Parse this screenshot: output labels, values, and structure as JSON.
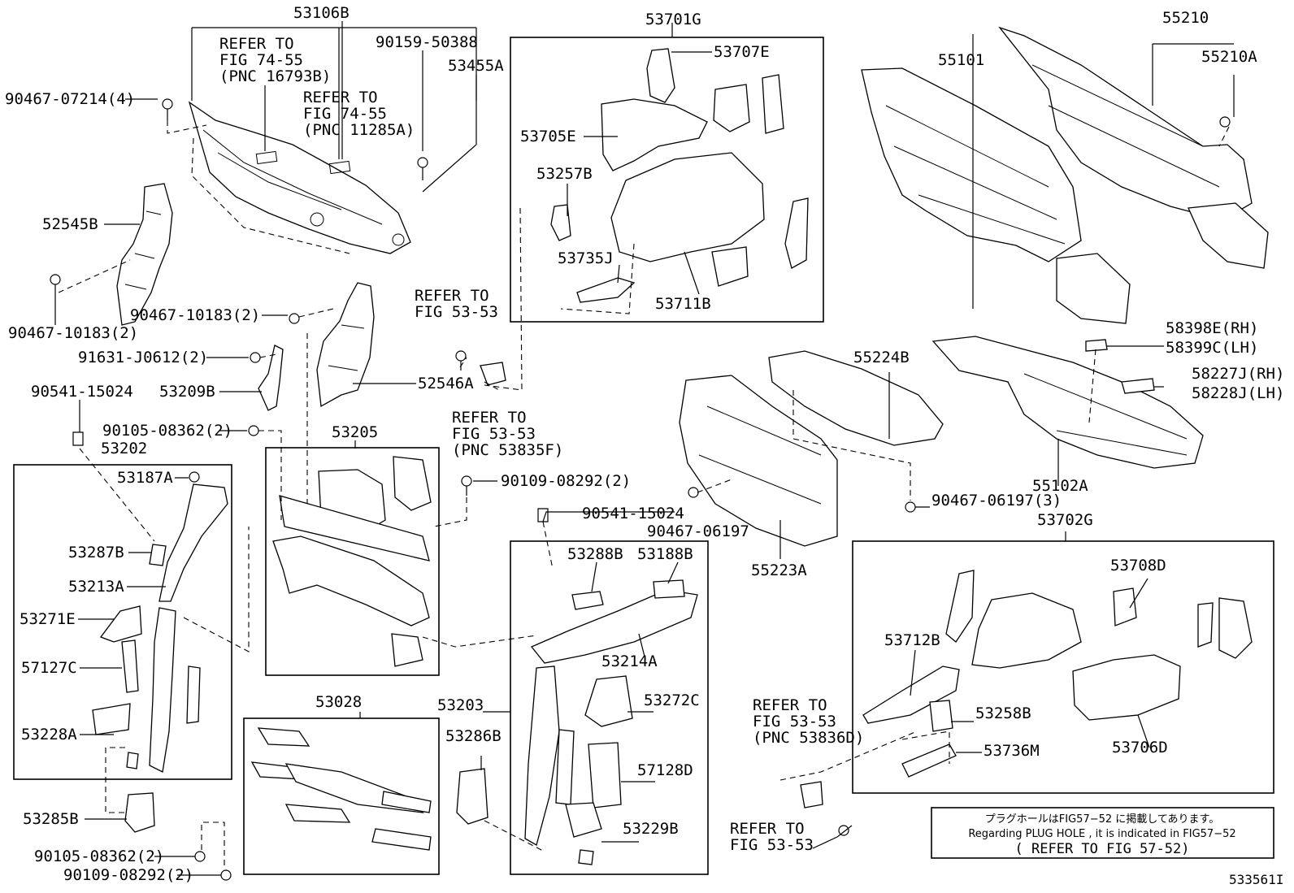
{
  "diagram": {
    "figure_id": "533561I",
    "refer": {
      "r1": [
        "REFER TO",
        "FIG 74-55",
        "(PNC 16793B)"
      ],
      "r2": [
        "REFER TO",
        "FIG 74-55",
        "(PNC 11285A)"
      ],
      "r3": [
        "REFER TO",
        "FIG 53-53"
      ],
      "r4": [
        "REFER TO",
        "FIG 53-53",
        "(PNC 53835F)"
      ],
      "r5": [
        "REFER TO",
        "FIG 53-53",
        "(PNC 53836D)"
      ],
      "r6": [
        "REFER TO",
        "FIG 53-53"
      ]
    },
    "note": {
      "line1": "プラグホールはFIG57−52 に掲載してあります。",
      "line2": "Regarding PLUG HOLE , it is indicated in FIG57−52",
      "line3": "( REFER TO FIG 57-52)"
    },
    "parts": {
      "p53106B": "53106B",
      "p90159": "90159-50388",
      "p53455A": "53455A",
      "p90467_07214": "90467-07214(4)",
      "p52545B": "52545B",
      "p90467_10183a": "90467-10183(2)",
      "p90467_10183b": "90467-10183(2)",
      "p91631": "91631-J0612(2)",
      "p53209B": "53209B",
      "p52546A": "52546A",
      "p90541a": "90541-15024",
      "p90105a": "90105-08362(2)",
      "p53202": "53202",
      "p53187A": "53187A",
      "p53287B": "53287B",
      "p53213A": "53213A",
      "p53271E": "53271E",
      "p57127C": "57127C",
      "p53228A": "53228A",
      "p53285B": "53285B",
      "p90105b": "90105-08362(2)",
      "p90109b": "90109-08292(2)",
      "p53205": "53205",
      "p90109a": "90109-08292(2)",
      "p53028": "53028",
      "p53701G": "53701G",
      "p53707E": "53707E",
      "p53705E": "53705E",
      "p53257B": "53257B",
      "p53735J": "53735J",
      "p53711B": "53711B",
      "p90541b": "90541-15024",
      "p53288B": "53288B",
      "p53188B": "53188B",
      "p53214A": "53214A",
      "p53203": "53203",
      "p53272C": "53272C",
      "p53286B": "53286B",
      "p57128D": "57128D",
      "p53229B": "53229B",
      "p55101": "55101",
      "p55210": "55210",
      "p55210A": "55210A",
      "p55224B": "55224B",
      "p58398E": "58398E(RH)",
      "p58399C": "58399C(LH)",
      "p58227J": "58227J(RH)",
      "p58228J": "58228J(LH)",
      "p90467_06197a": "90467-06197",
      "p90467_06197b": "90467-06197(3)",
      "p55102A": "55102A",
      "p55223A": "55223A",
      "p53702G": "53702G",
      "p53708D": "53708D",
      "p53712B": "53712B",
      "p53258B": "53258B",
      "p53736M": "53736M",
      "p53706D": "53706D"
    }
  }
}
